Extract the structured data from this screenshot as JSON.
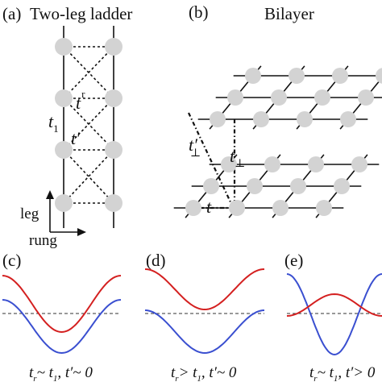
{
  "panels": {
    "a": {
      "tag": "(a)",
      "title": "Two-leg ladder",
      "t_r": "t",
      "t_r_sub": "r",
      "t_1": "t",
      "t_1_sub": "1",
      "t_prime": "t′"
    },
    "b": {
      "tag": "(b)",
      "title": "Bilayer",
      "t_perp_prime": "t′",
      "t_perp_prime_sub": "⊥",
      "t_perp": "t",
      "t_perp_sub": "⊥",
      "t": "t"
    },
    "c": {
      "tag": "(c)",
      "cond_a": "t",
      "cond_a_sub": "r",
      "cond_b": "~ t",
      "cond_b_sub": "1",
      "cond_c": ", t′~ 0"
    },
    "d": {
      "tag": "(d)",
      "cond_a": "t",
      "cond_a_sub": "r",
      "cond_b": "> t",
      "cond_b_sub": "1",
      "cond_c": ", t′~ 0"
    },
    "e": {
      "tag": "(e)",
      "cond_a": "t",
      "cond_a_sub": "r",
      "cond_b": "~ t",
      "cond_b_sub": "1",
      "cond_c": ", t′> 0"
    }
  },
  "axes": {
    "leg_label": "leg",
    "rung_label": "rung"
  },
  "colors": {
    "upper_band": "#d42020",
    "lower_band": "#3a4fd0",
    "site": "#d3d3d3"
  }
}
